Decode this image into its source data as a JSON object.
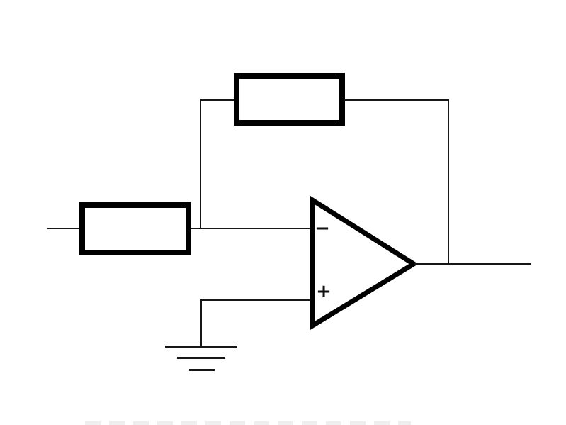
{
  "diagram": {
    "kind": "circuit-schematic",
    "subject": "inverting-op-amp-amplifier",
    "opamp": {
      "inverting_input_label": "−",
      "noninverting_input_label": "+"
    },
    "symbols": {
      "input_resistor": "resistor-box",
      "feedback_resistor": "resistor-box",
      "amplifier": "op-amp-triangle",
      "ground": "earth-ground-symbol"
    },
    "colors": {
      "wire": "#161616",
      "component_outline": "#000000",
      "background": "#ffffff"
    }
  }
}
